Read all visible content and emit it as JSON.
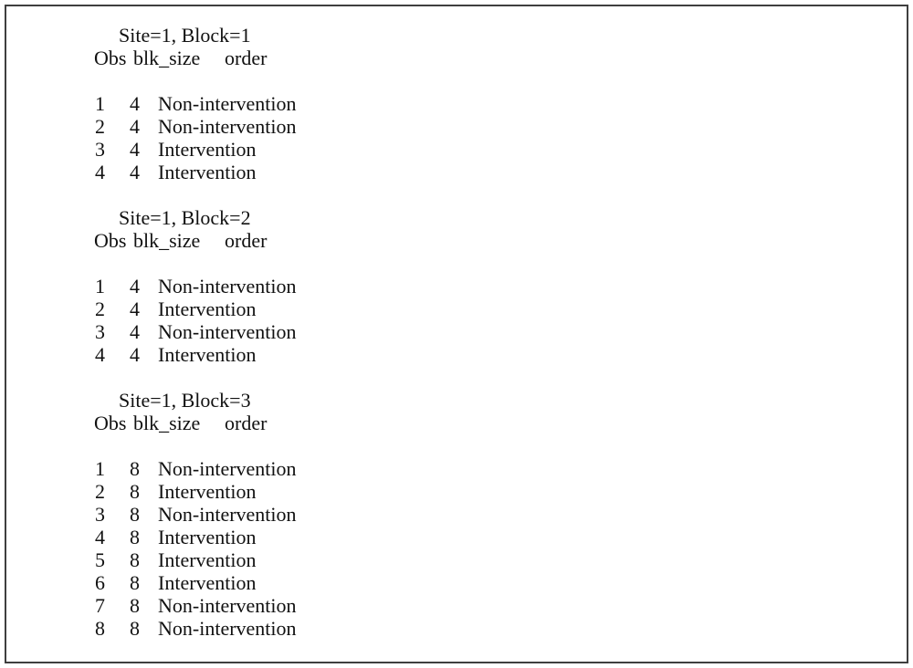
{
  "document": {
    "background": "#ffffff",
    "border_color": "#3f3f3f",
    "text_color": "#111111"
  },
  "columns": {
    "obs": "Obs",
    "blk_size": "blk_size",
    "order": "order"
  },
  "blocks": [
    {
      "title": "Site=1, Block=1",
      "rows": [
        {
          "obs": "1",
          "blk_size": "4",
          "order": "Non-intervention"
        },
        {
          "obs": "2",
          "blk_size": "4",
          "order": "Non-intervention"
        },
        {
          "obs": "3",
          "blk_size": "4",
          "order": "Intervention"
        },
        {
          "obs": "4",
          "blk_size": "4",
          "order": "Intervention"
        }
      ]
    },
    {
      "title": "Site=1, Block=2",
      "rows": [
        {
          "obs": "1",
          "blk_size": "4",
          "order": "Non-intervention"
        },
        {
          "obs": "2",
          "blk_size": "4",
          "order": "Intervention"
        },
        {
          "obs": "3",
          "blk_size": "4",
          "order": "Non-intervention"
        },
        {
          "obs": "4",
          "blk_size": "4",
          "order": "Intervention"
        }
      ]
    },
    {
      "title": "Site=1, Block=3",
      "rows": [
        {
          "obs": "1",
          "blk_size": "8",
          "order": "Non-intervention"
        },
        {
          "obs": "2",
          "blk_size": "8",
          "order": "Intervention"
        },
        {
          "obs": "3",
          "blk_size": "8",
          "order": "Non-intervention"
        },
        {
          "obs": "4",
          "blk_size": "8",
          "order": "Intervention"
        },
        {
          "obs": "5",
          "blk_size": "8",
          "order": "Intervention"
        },
        {
          "obs": "6",
          "blk_size": "8",
          "order": "Intervention"
        },
        {
          "obs": "7",
          "blk_size": "8",
          "order": "Non-intervention"
        },
        {
          "obs": "8",
          "blk_size": "8",
          "order": "Non-intervention"
        }
      ]
    }
  ]
}
